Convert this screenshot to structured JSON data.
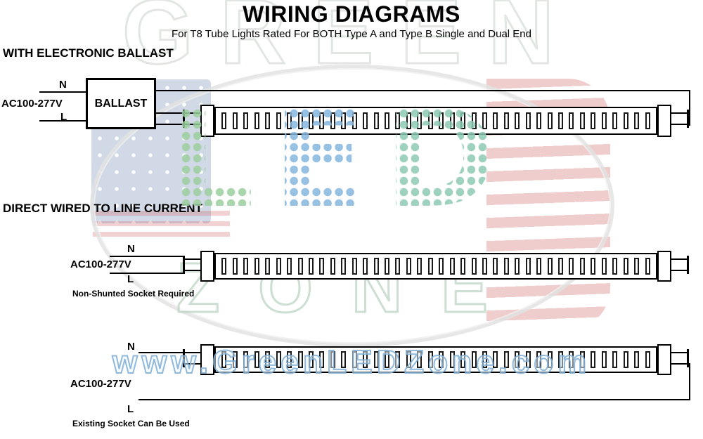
{
  "title": "WIRING DIAGRAMS",
  "subtitle": "For T8 Tube Lights Rated For BOTH Type A and Type B Single and Dual End",
  "diagram1": {
    "heading": "WITH ELECTRONIC BALLAST",
    "label_n": "N",
    "label_voltage": "AC100-277V",
    "label_l": "L",
    "ballast_label": "BALLAST"
  },
  "diagram2": {
    "heading": "DIRECT WIRED TO LINE CURRENT",
    "label_n": "N",
    "label_voltage": "AC100-277V",
    "label_l": "L",
    "note": "Non-Shunted Socket Required"
  },
  "diagram3": {
    "label_n": "N",
    "label_voltage": "AC100-277V",
    "label_l": "L",
    "note": "Existing Socket Can Be Used"
  },
  "tube": {
    "segment_count": 40
  },
  "watermark": {
    "green": "GREEN",
    "led_l": "L",
    "led_e": "E",
    "led_d": "D",
    "zone": "ZONE",
    "url": "www.GreenLEDZone.com"
  },
  "colors": {
    "wire": "#000000",
    "led_dot_green": "#9ccf9f",
    "led_dot_blue": "#86b6df",
    "url_blue": "#9cc2e2"
  }
}
